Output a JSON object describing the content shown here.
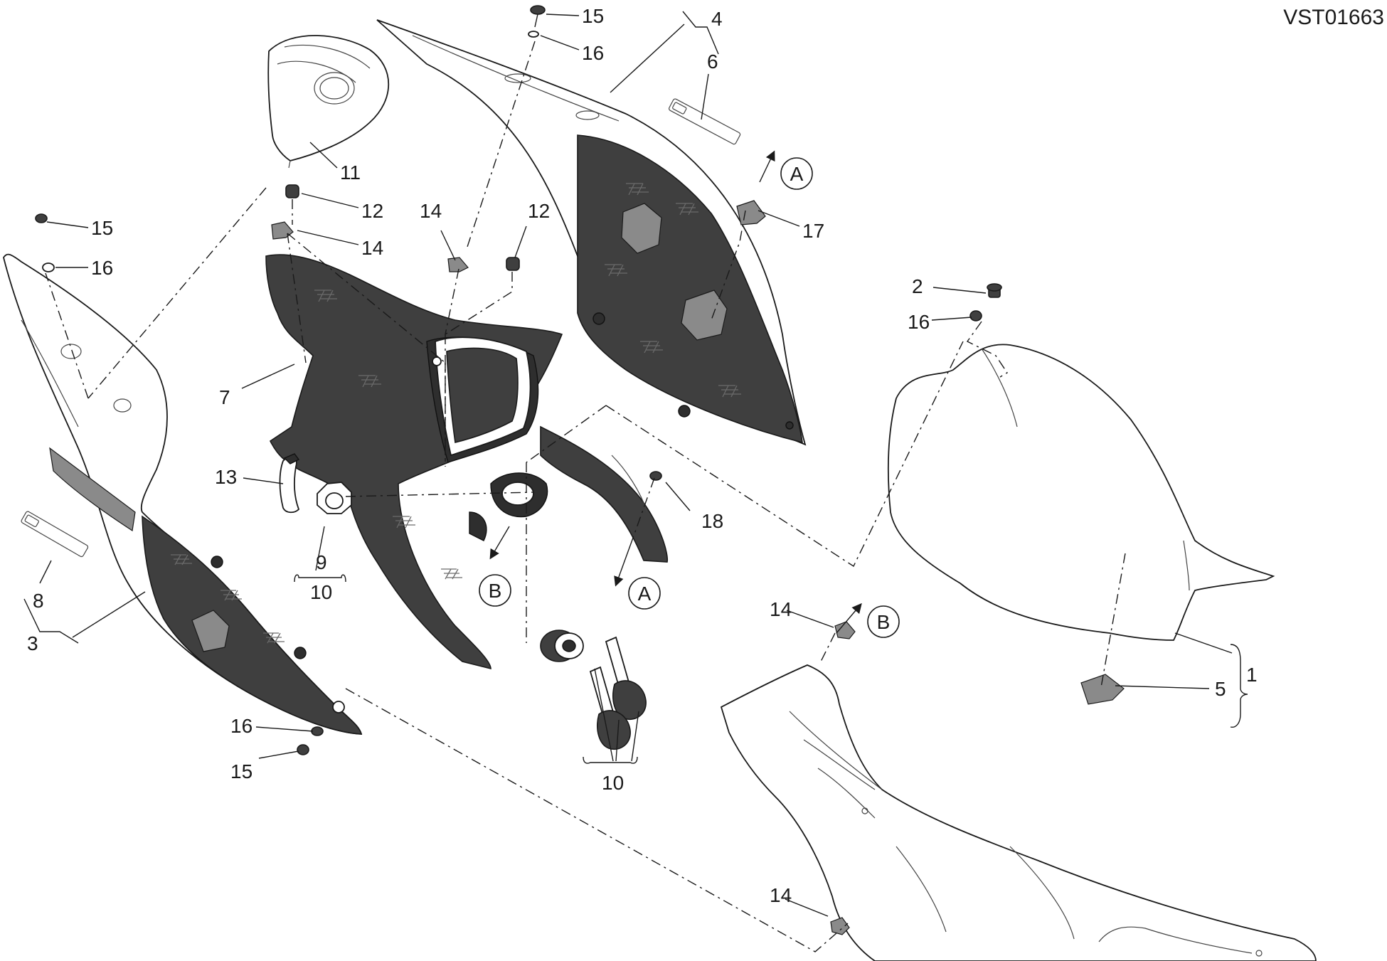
{
  "drawing_code": "VST01663",
  "callouts": {
    "c1": "1",
    "c2": "2",
    "c3": "3",
    "c4": "4",
    "c5": "5",
    "c6": "6",
    "c7": "7",
    "c8": "8",
    "c9": "9",
    "c10a": "10",
    "c10b": "10",
    "c11": "11",
    "c12a": "12",
    "c12b": "12",
    "c13": "13",
    "c14a": "14",
    "c14b": "14",
    "c14c": "14",
    "c14d": "14",
    "c15a": "15",
    "c15b": "15",
    "c15c": "15",
    "c16a": "16",
    "c16b": "16",
    "c16c": "16",
    "c16d": "16",
    "c17": "17",
    "c18": "18"
  },
  "refs": {
    "a1": "A",
    "a2": "A",
    "b1": "B",
    "b2": "B"
  }
}
